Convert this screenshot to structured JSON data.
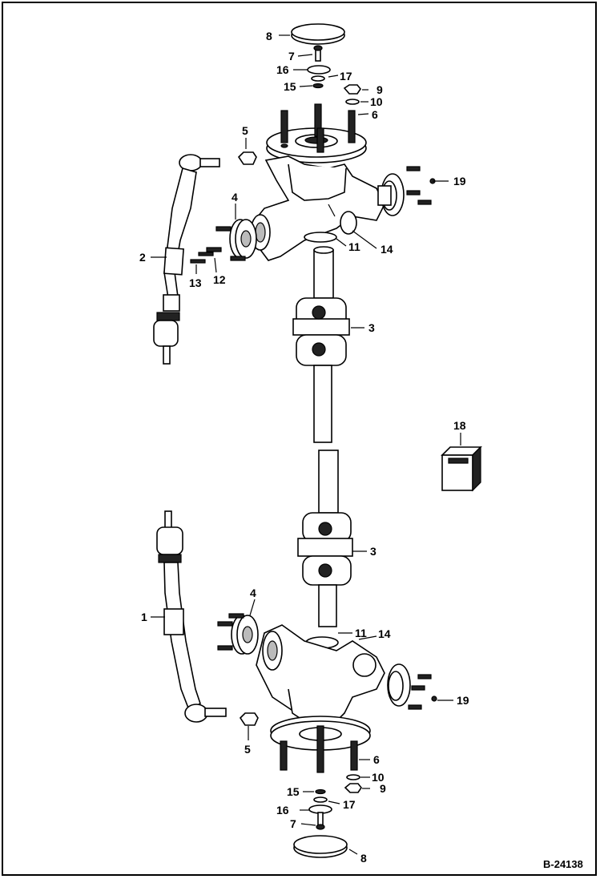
{
  "diagram": {
    "reference_code": "B-24138",
    "callouts": {
      "c1": "1",
      "c2": "2",
      "c3": "3",
      "c4": "4",
      "c5": "5",
      "c6": "6",
      "c7": "7",
      "c8": "8",
      "c9": "9",
      "c10": "10",
      "c11": "11",
      "c12": "12",
      "c13": "13",
      "c14": "14",
      "c15": "15",
      "c16": "16",
      "c17": "17",
      "c18": "18",
      "c19": "19"
    }
  }
}
